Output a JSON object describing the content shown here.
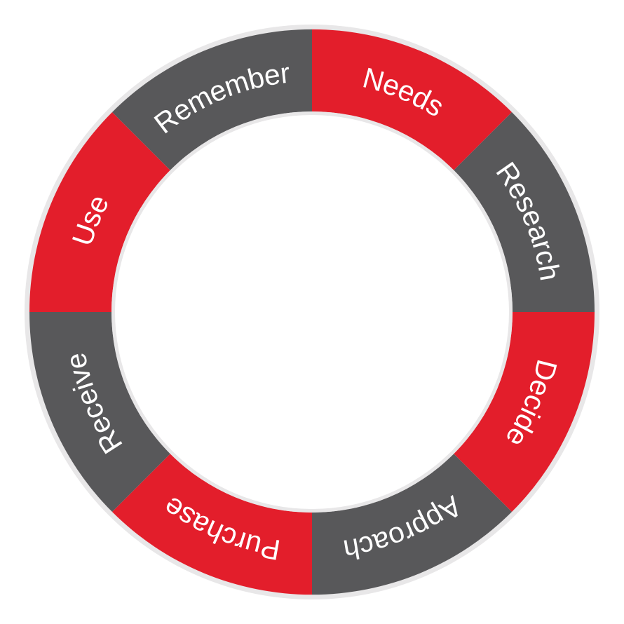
{
  "diagram": {
    "type": "cycle-ring",
    "colors": {
      "red": "#e31e2b",
      "gray": "#58585a",
      "outline": "#e8e7e8",
      "text": "#ffffff",
      "background": "#ffffff"
    },
    "segments": [
      {
        "label": "Needs",
        "color": "red"
      },
      {
        "label": "Research",
        "color": "gray"
      },
      {
        "label": "Decide",
        "color": "red"
      },
      {
        "label": "Approach",
        "color": "gray"
      },
      {
        "label": "Purchase",
        "color": "red"
      },
      {
        "label": "Receive",
        "color": "gray"
      },
      {
        "label": "Use",
        "color": "red"
      },
      {
        "label": "Remember",
        "color": "gray"
      }
    ]
  }
}
